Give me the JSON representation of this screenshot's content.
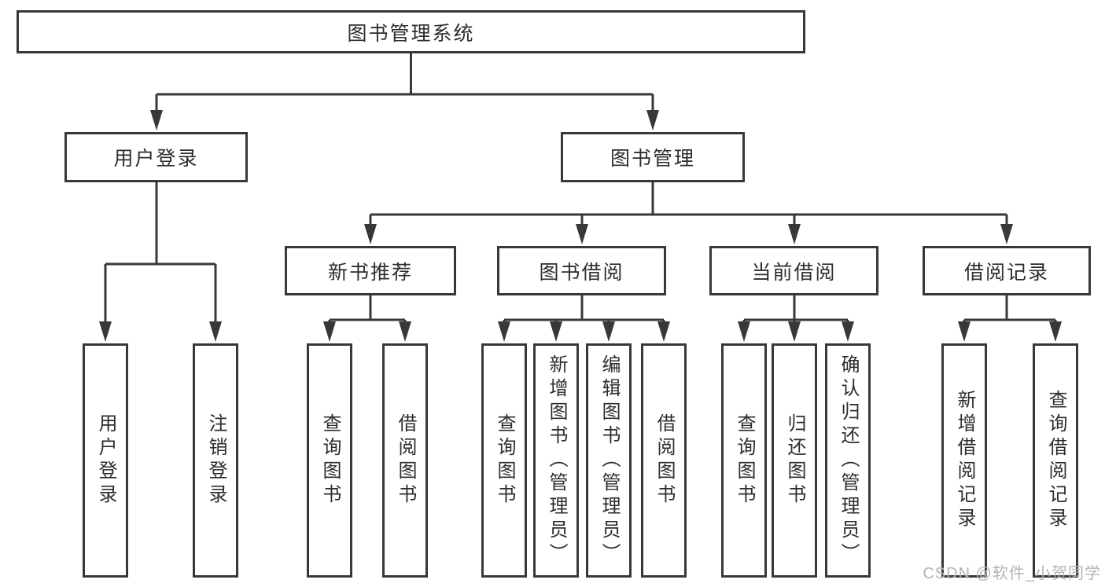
{
  "colors": {
    "line": "#383838",
    "box_border": "#383838",
    "text": "#2d2d2d",
    "watermark": "#b4b4b4",
    "background": "#ffffff"
  },
  "watermark": {
    "text": "CSDN @软件_小贺同学"
  },
  "tree": {
    "label": "图书管理系统",
    "children": [
      {
        "label": "用户登录",
        "children": [
          {
            "label": "用户登录"
          },
          {
            "label": "注销登录"
          }
        ]
      },
      {
        "label": "图书管理",
        "children": [
          {
            "label": "新书推荐",
            "children": [
              {
                "label": "查询图书"
              },
              {
                "label": "借阅图书"
              }
            ]
          },
          {
            "label": "图书借阅",
            "children": [
              {
                "label": "查询图书"
              },
              {
                "label": "新增图书（管理员）"
              },
              {
                "label": "编辑图书（管理员）"
              },
              {
                "label": "借阅图书"
              }
            ]
          },
          {
            "label": "当前借阅",
            "children": [
              {
                "label": "查询图书"
              },
              {
                "label": "归还图书"
              },
              {
                "label": "确认归还（管理员）"
              }
            ]
          },
          {
            "label": "借阅记录",
            "children": [
              {
                "label": "新增借阅记录"
              },
              {
                "label": "查询借阅记录"
              }
            ]
          }
        ]
      }
    ]
  }
}
